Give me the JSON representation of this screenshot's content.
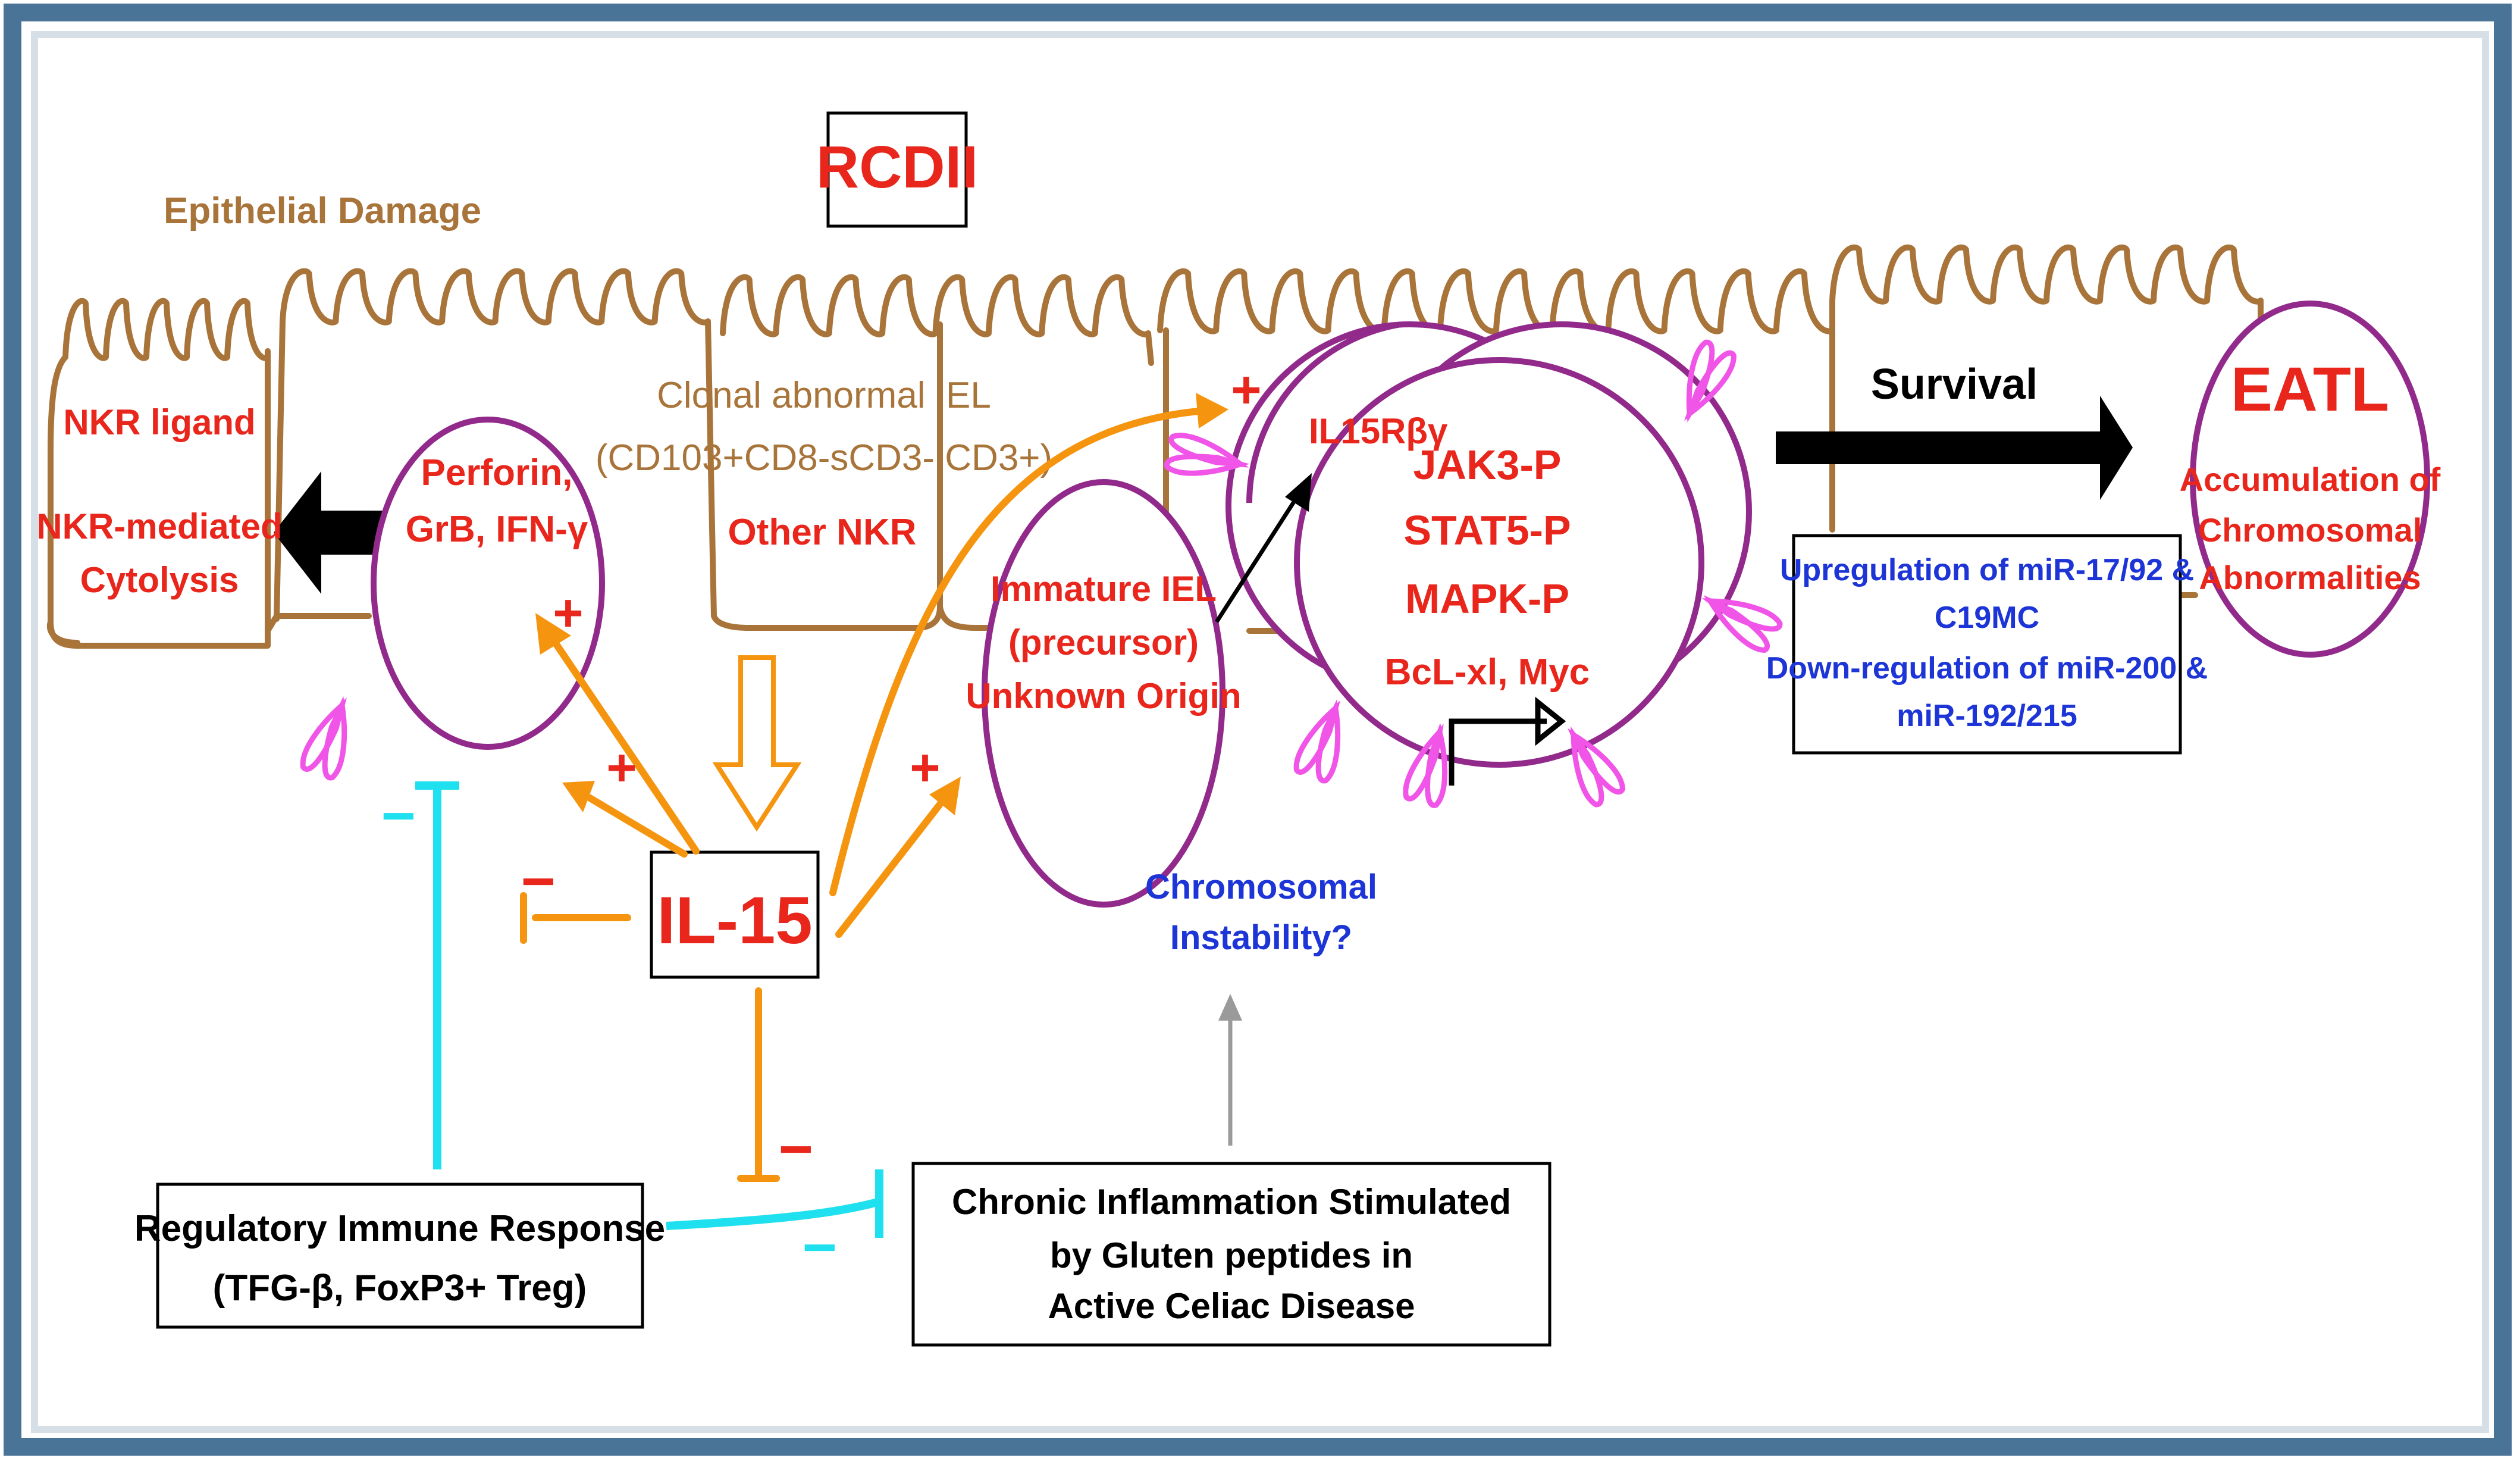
{
  "colors": {
    "frame": "#4a7497",
    "epithelium": "#a8743a",
    "cell_border": "#922a8c",
    "red_text": "#e8261c",
    "blue_text": "#1d35d6",
    "orange_arrow": "#f5950f",
    "cyan_inhibit": "#1fe0ee",
    "magenta_receptor": "#f055e8",
    "black": "#000000",
    "gray_arrow": "#9a9a9a"
  },
  "title": "RCDII",
  "epithelial_damage": "Epithelial Damage",
  "nkr_text": {
    "line1": "NKR ligand",
    "line2": "NKR-mediated",
    "line3": "Cytolysis"
  },
  "perforin_cell": {
    "line1": "Perforin,",
    "line2": "GrB, IFN-γ"
  },
  "clonal_iel": {
    "line1": "Clonal abnormal IEL",
    "line2": "(CD103+CD8-sCD3-ICD3+)"
  },
  "other_nkr": "Other NKR",
  "immature_iel": {
    "line1": "Immature IEL",
    "line2": "(precursor)",
    "line3": "Unknown Origin"
  },
  "receptor_label": "IL15Rβγ",
  "signaling": {
    "line1": "JAK3-P",
    "line2": "STAT5-P",
    "line3": "MAPK-P",
    "line4": "BcL-xl, Myc"
  },
  "survival": "Survival",
  "eatl": {
    "title": "EATL",
    "line1": "Accumulation of",
    "line2": "Chromosomal",
    "line3": "Abnormalities"
  },
  "mirna_box": {
    "line1": "Upregulation of miR-17/92 &",
    "line2": "C19MC",
    "line3": "Down-regulation of miR-200 &",
    "line4": "miR-192/215"
  },
  "il15": "IL-15",
  "chromosomal_instability": {
    "line1": "Chromosomal",
    "line2": "Instability?"
  },
  "regulatory_box": {
    "line1": "Regulatory Immune Response",
    "line2": "(TFG-β, FoxP3+ Treg)"
  },
  "chronic_box": {
    "line1": "Chronic Inflammation Stimulated",
    "line2": "by Gluten peptides in",
    "line3": "Active Celiac Disease"
  },
  "plus_sign": "+",
  "minus_sign": "−"
}
